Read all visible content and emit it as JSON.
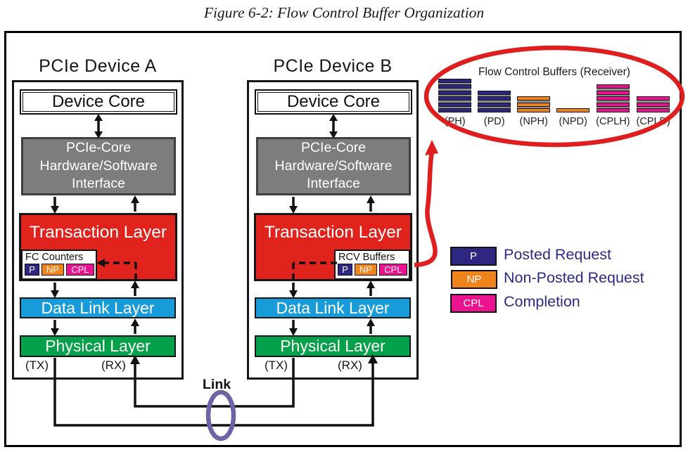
{
  "figure_title": "Figure 6-2: Flow Control Buffer Organization",
  "devices": [
    {
      "name": "PCIe Device A",
      "device_core": "Device Core",
      "interface_lines": [
        "PCIe-Core",
        "Hardware/Software",
        "Interface"
      ],
      "transaction_layer": "Transaction Layer",
      "counters": {
        "title": "FC Counters",
        "chips": [
          "P",
          "NP",
          "CPL"
        ]
      },
      "data_link_layer": "Data Link Layer",
      "physical_layer": "Physical Layer",
      "tx_label": "(TX)",
      "rx_label": "(RX)"
    },
    {
      "name": "PCIe Device B",
      "device_core": "Device Core",
      "interface_lines": [
        "PCIe-Core",
        "Hardware/Software",
        "Interface"
      ],
      "transaction_layer": "Transaction Layer",
      "counters": {
        "title": "RCV Buffers",
        "chips": [
          "P",
          "NP",
          "CPL"
        ]
      },
      "data_link_layer": "Data Link Layer",
      "physical_layer": "Physical Layer",
      "tx_label": "(TX)",
      "rx_label": "(RX)"
    }
  ],
  "link_label": "Link",
  "flow_control_buffers": {
    "title": "Flow Control Buffers (Receiver)",
    "stacks": [
      {
        "label": "(PH)",
        "count": 6,
        "type": "posted"
      },
      {
        "label": "(PD)",
        "count": 4,
        "type": "posted"
      },
      {
        "label": "(NPH)",
        "count": 3,
        "type": "non_posted"
      },
      {
        "label": "(NPD)",
        "count": 1,
        "type": "non_posted"
      },
      {
        "label": "(CPLH)",
        "count": 5,
        "type": "completion"
      },
      {
        "label": "(CPLD)",
        "count": 3,
        "type": "completion"
      }
    ]
  },
  "legend": {
    "items": [
      {
        "chip": "P",
        "label": "Posted Request"
      },
      {
        "chip": "NP",
        "label": "Non-Posted Request"
      },
      {
        "chip": "CPL",
        "label": "Completion"
      }
    ]
  },
  "colors": {
    "posted": "#2E2782",
    "non_posted": "#F0841C",
    "completion": "#EC1390",
    "transaction_red": "#E0231C",
    "data_link_blue": "#189CD9",
    "physical_green": "#04A04C",
    "interface_gray": "#7D7D7D",
    "legend_text": "#2B2B85",
    "highlight_red": "#DF1F1F",
    "link_purple": "#6F63A8"
  }
}
